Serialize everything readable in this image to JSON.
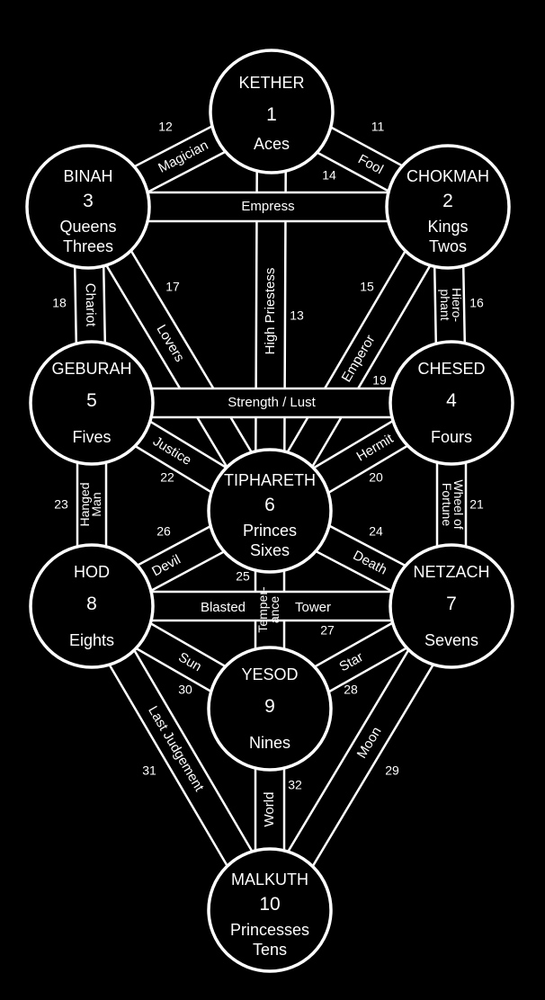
{
  "colors": {
    "background": "#000000",
    "foreground": "#ffffff"
  },
  "sephiroth": [
    {
      "id": "kether",
      "lines": [
        "KETHER",
        "1",
        "Aces"
      ]
    },
    {
      "id": "chokmah",
      "lines": [
        "CHOKMAH",
        "2",
        "Kings",
        "Twos"
      ]
    },
    {
      "id": "binah",
      "lines": [
        "BINAH",
        "3",
        "Queens",
        "Threes"
      ]
    },
    {
      "id": "chesed",
      "lines": [
        "CHESED",
        "4",
        "Fours"
      ]
    },
    {
      "id": "geburah",
      "lines": [
        "GEBURAH",
        "5",
        "Fives"
      ]
    },
    {
      "id": "tiphareth",
      "lines": [
        "TIPHARETH",
        "6",
        "Princes",
        "Sixes"
      ]
    },
    {
      "id": "netzach",
      "lines": [
        "NETZACH",
        "7",
        "Sevens"
      ]
    },
    {
      "id": "hod",
      "lines": [
        "HOD",
        "8",
        "Eights"
      ]
    },
    {
      "id": "yesod",
      "lines": [
        "YESOD",
        "9",
        "Nines"
      ]
    },
    {
      "id": "malkuth",
      "lines": [
        "MALKUTH",
        "10",
        "Princesses",
        "Tens"
      ]
    }
  ],
  "paths": [
    {
      "number": "11",
      "from": "kether",
      "to": "chokmah",
      "lines": [
        "Fool"
      ]
    },
    {
      "number": "12",
      "from": "kether",
      "to": "binah",
      "lines": [
        "Magician"
      ]
    },
    {
      "number": "13",
      "from": "kether",
      "to": "tiphareth",
      "lines": [
        "High Priestess"
      ]
    },
    {
      "number": "14",
      "from": "binah",
      "to": "chokmah",
      "lines": [
        "Empress"
      ]
    },
    {
      "number": "15",
      "from": "chokmah",
      "to": "tiphareth",
      "lines": [
        "Emperor"
      ]
    },
    {
      "number": "16",
      "from": "chokmah",
      "to": "chesed",
      "lines": [
        "Hiero-",
        "phant"
      ]
    },
    {
      "number": "17",
      "from": "binah",
      "to": "tiphareth",
      "lines": [
        "Lovers"
      ]
    },
    {
      "number": "18",
      "from": "binah",
      "to": "geburah",
      "lines": [
        "Chariot"
      ]
    },
    {
      "number": "19",
      "from": "geburah",
      "to": "chesed",
      "lines": [
        "Strength / Lust"
      ]
    },
    {
      "number": "20",
      "from": "chesed",
      "to": "tiphareth",
      "lines": [
        "Hermit"
      ]
    },
    {
      "number": "21",
      "from": "chesed",
      "to": "netzach",
      "lines": [
        "Wheel of",
        "Fortune"
      ]
    },
    {
      "number": "22",
      "from": "geburah",
      "to": "tiphareth",
      "lines": [
        "Justice"
      ]
    },
    {
      "number": "23",
      "from": "geburah",
      "to": "hod",
      "lines": [
        "Hanged",
        "Man"
      ]
    },
    {
      "number": "24",
      "from": "tiphareth",
      "to": "netzach",
      "lines": [
        "Death"
      ]
    },
    {
      "number": "25",
      "from": "tiphareth",
      "to": "yesod",
      "lines": [
        "Temper-",
        "ance"
      ]
    },
    {
      "number": "26",
      "from": "tiphareth",
      "to": "hod",
      "lines": [
        "Devil"
      ]
    },
    {
      "number": "27",
      "from": "hod",
      "to": "netzach",
      "lines": [
        "Blasted",
        "Tower"
      ]
    },
    {
      "number": "28",
      "from": "netzach",
      "to": "yesod",
      "lines": [
        "Star"
      ]
    },
    {
      "number": "29",
      "from": "netzach",
      "to": "malkuth",
      "lines": [
        "Moon"
      ]
    },
    {
      "number": "30",
      "from": "hod",
      "to": "yesod",
      "lines": [
        "Sun"
      ]
    },
    {
      "number": "31",
      "from": "hod",
      "to": "malkuth",
      "lines": [
        "Last Judgement"
      ]
    },
    {
      "number": "32",
      "from": "yesod",
      "to": "malkuth",
      "lines": [
        "World"
      ]
    }
  ]
}
